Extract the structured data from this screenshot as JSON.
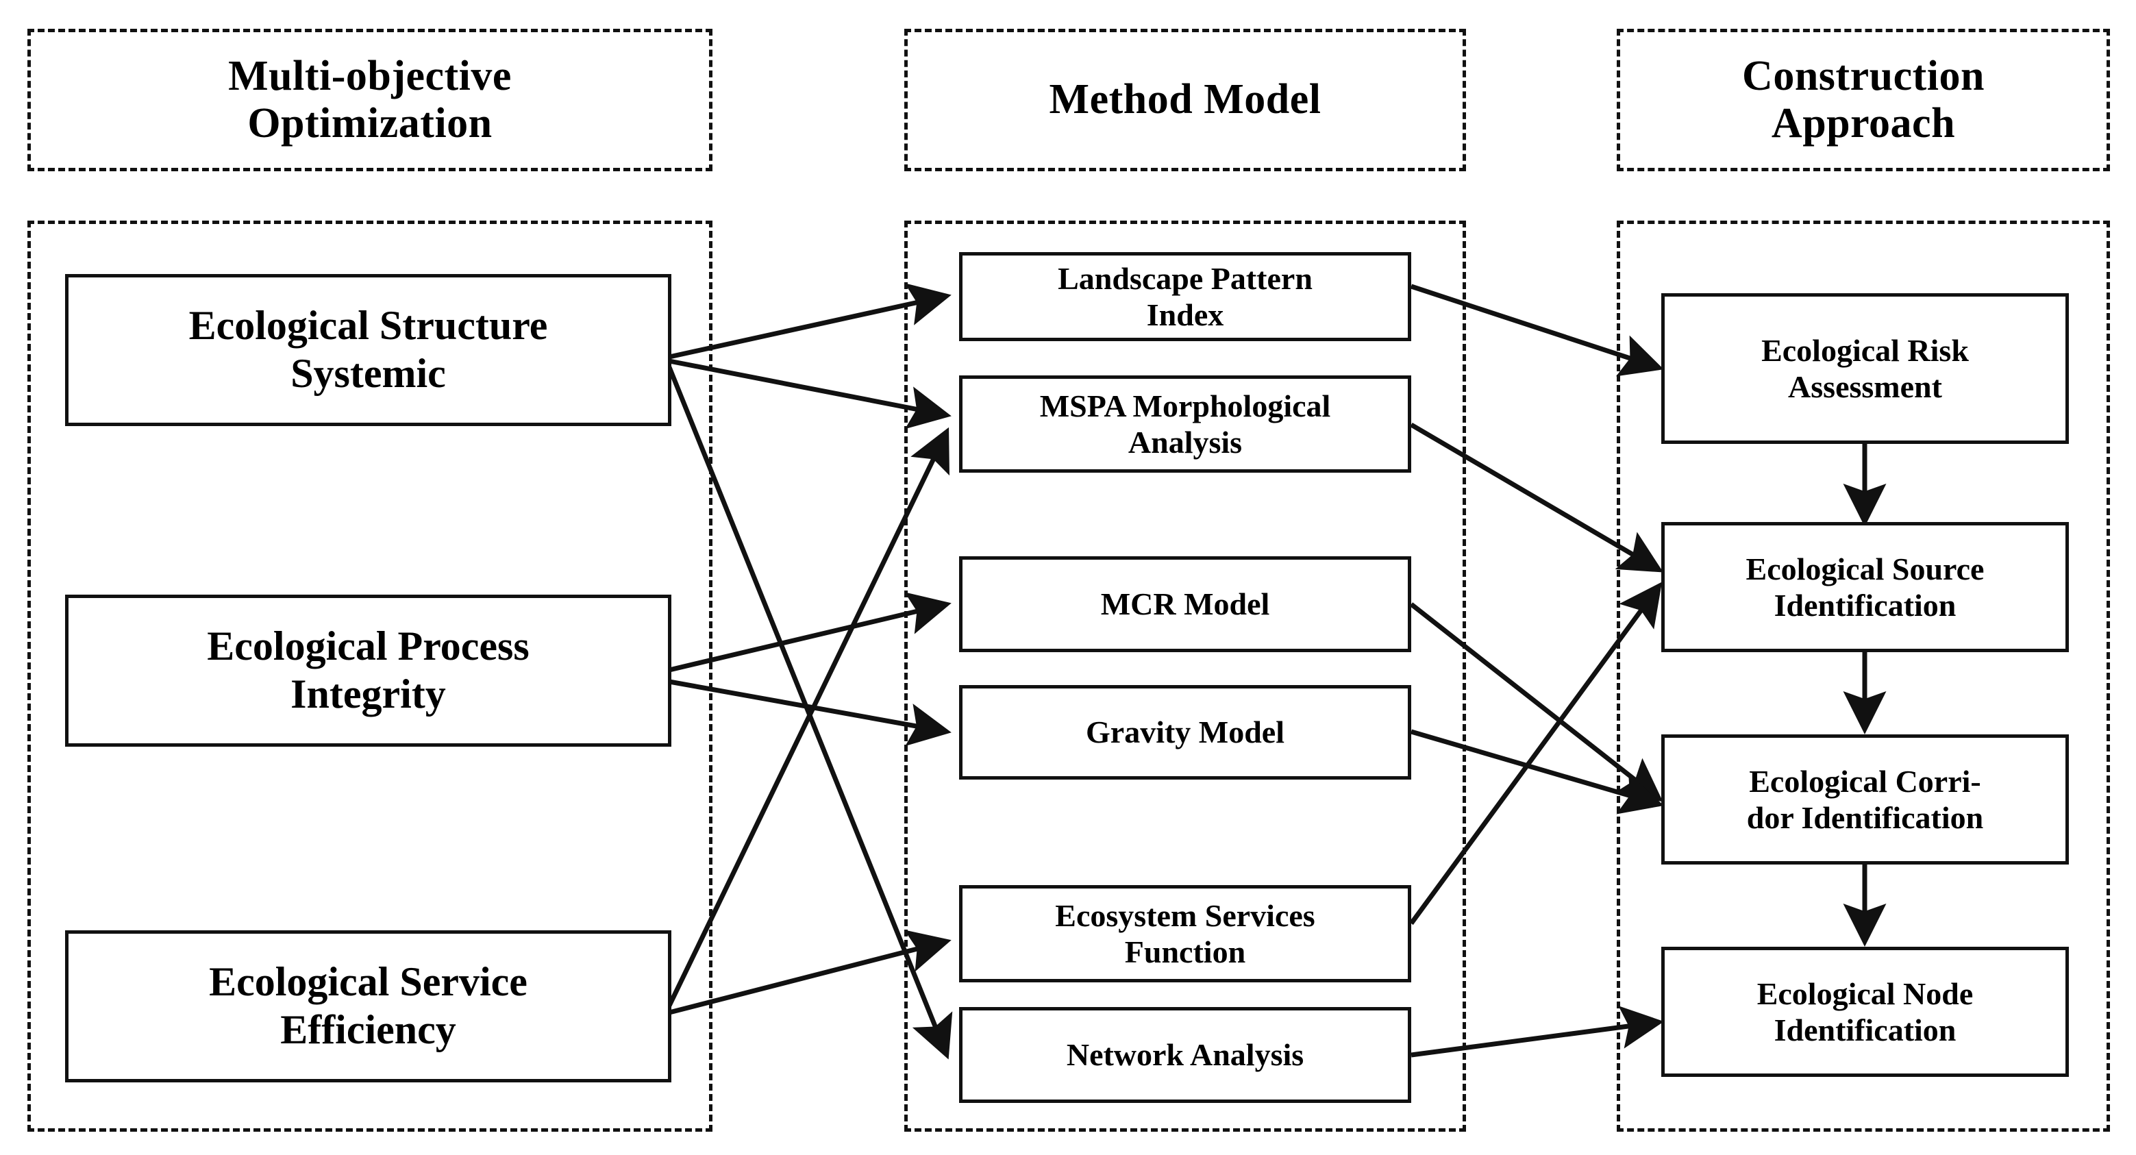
{
  "diagram": {
    "title_bar": {
      "headers": [
        {
          "label": "Multi-objective\nOptimization"
        },
        {
          "label": "Method Model"
        },
        {
          "label": "Construction\nApproach"
        }
      ]
    },
    "columns": {
      "objectives": {
        "header": "Multi-objective Optimization",
        "nodes": [
          {
            "id": "structure",
            "label": "Ecological Structure\nSystemic"
          },
          {
            "id": "process",
            "label": "Ecological Process\nIntegrity"
          },
          {
            "id": "service",
            "label": "Ecological Service\nEfficiency"
          }
        ]
      },
      "methods": {
        "header": "Method Model",
        "nodes": [
          {
            "id": "lpi",
            "label": "Landscape Pattern\nIndex"
          },
          {
            "id": "mspa",
            "label": "MSPA Morphological\nAnalysis"
          },
          {
            "id": "mcr",
            "label": "MCR Model"
          },
          {
            "id": "gravity",
            "label": "Gravity Model"
          },
          {
            "id": "esf",
            "label": "Ecosystem Services\nFunction"
          },
          {
            "id": "network",
            "label": "Network Analysis"
          }
        ]
      },
      "approach": {
        "header": "Construction Approach",
        "nodes": [
          {
            "id": "risk",
            "label": "Ecological Risk\nAssessment"
          },
          {
            "id": "source",
            "label": "Ecological Source\nIdentification"
          },
          {
            "id": "corridor",
            "label": "Ecological Corri-\ndor Identification"
          },
          {
            "id": "node",
            "label": "Ecological Node\nIdentification"
          }
        ]
      }
    },
    "edges": [
      {
        "from": "structure",
        "to": "lpi",
        "style": "solid-arrow"
      },
      {
        "from": "structure",
        "to": "mspa",
        "style": "solid-arrow"
      },
      {
        "from": "structure",
        "to": "network",
        "style": "solid-arrow"
      },
      {
        "from": "process",
        "to": "mcr",
        "style": "solid-arrow"
      },
      {
        "from": "process",
        "to": "gravity",
        "style": "solid-arrow"
      },
      {
        "from": "service",
        "to": "mspa",
        "style": "solid-arrow"
      },
      {
        "from": "service",
        "to": "esf",
        "style": "solid-arrow"
      },
      {
        "from": "lpi",
        "to": "risk",
        "style": "solid-arrow"
      },
      {
        "from": "mspa",
        "to": "source",
        "style": "solid-arrow"
      },
      {
        "from": "mcr",
        "to": "corridor",
        "style": "solid-arrow"
      },
      {
        "from": "gravity",
        "to": "corridor",
        "style": "solid-arrow"
      },
      {
        "from": "esf",
        "to": "source",
        "style": "solid-arrow"
      },
      {
        "from": "network",
        "to": "node",
        "style": "solid-arrow"
      },
      {
        "from": "risk",
        "to": "source",
        "style": "vertical-arrow"
      },
      {
        "from": "source",
        "to": "corridor",
        "style": "vertical-arrow"
      },
      {
        "from": "corridor",
        "to": "node",
        "style": "vertical-arrow"
      }
    ],
    "colors": {
      "stroke": "#111111",
      "text": "#000000",
      "background": "#ffffff"
    }
  }
}
